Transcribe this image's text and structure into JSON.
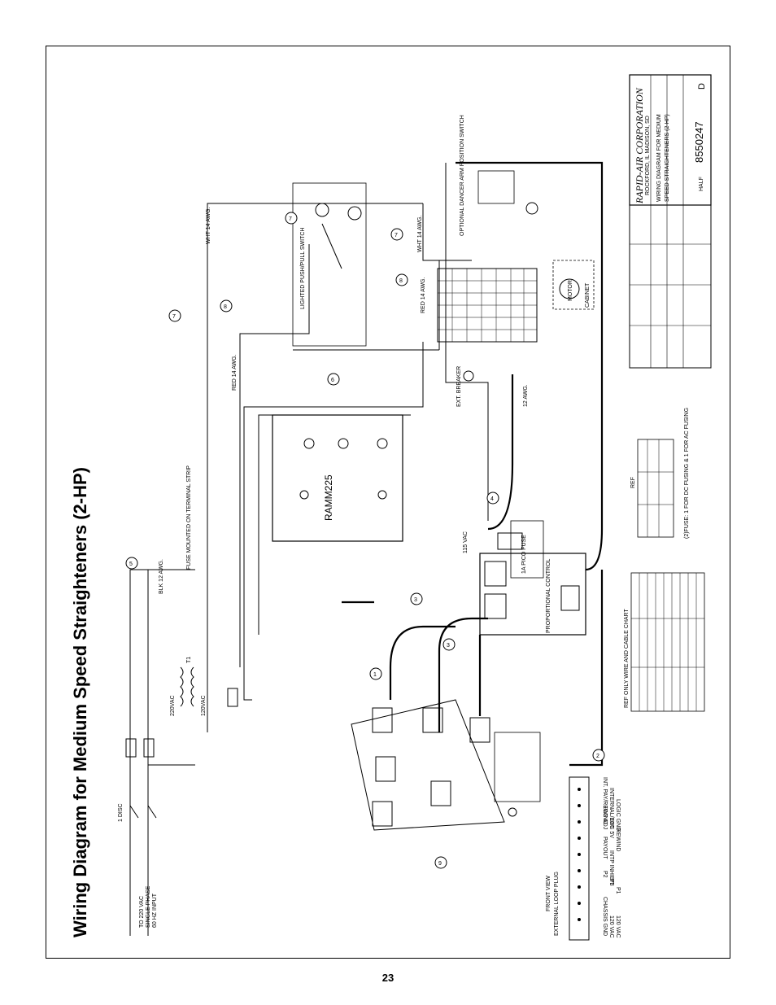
{
  "title": "Wiring Diagram for Medium Speed Straighteners (2-HP)",
  "page_number": "23",
  "title_block": {
    "company": "RAPID-AIR CORPORATION",
    "location": "ROCKFORD, IL  MADISON, SD",
    "drawing_title_1": "WIRING DIAGRAM FOR MEDIUM",
    "drawing_title_2": "SPEED STRAIGHTENERS (2-HP)",
    "drawing_number": "8550247",
    "revision": "D",
    "scale": "HALF"
  },
  "components": {
    "drive": "RAMM225",
    "control": "PROPORTIONAL CONTROL",
    "ext_breaker": "EXT. BREAKER",
    "lighted_switch": "LIGHTED PUSH/PULL SWITCH",
    "dancer_switch": "OPTIONAL DANCER ARM POSITION SWITCH",
    "cabinet": "CABINET",
    "motor": "MOTOR",
    "fuse": "1A PICO FUSE",
    "vac_115": "115 VAC",
    "transformer": "T1",
    "vac_220": "220VAC",
    "vac_120": "120VAC",
    "disc": "1 DISC",
    "fuse_note": "FUSE MOUNTED ON TERMINAL STRIP"
  },
  "wire_labels": [
    "WHT 14 AWG.",
    "RED 14 AWG.",
    "BLK 12 AWG.",
    "12 AWG."
  ],
  "supply_note": [
    "TO 220 VAC",
    "SINGLE PHASE",
    "60 HZ INPUT"
  ],
  "plug_labels": [
    "INT. PAY/REWIND",
    "INTERNAL/EXT",
    "LOGIC GND",
    "JOG ADJ",
    "JOG 5V",
    "REWIND",
    "PAYOUT",
    "INTP INHIBIT",
    "P2",
    "P3",
    "P1",
    "CHASSIS GND",
    "120 VAC",
    "120 VAC"
  ],
  "view_labels": [
    "FRONT VIEW",
    "EXTERNAL LOOP PLUG"
  ],
  "ref_notes": {
    "ref_table": "REF",
    "fuse_note": "(2)FUSE: 1 FOR DC FUSING & 1 FOR AC FUSING",
    "wire_chart": "REF ONLY WIRE AND CABLE CHART"
  },
  "callouts": [
    "1",
    "2",
    "3",
    "4",
    "5",
    "6",
    "7",
    "8",
    "9"
  ]
}
